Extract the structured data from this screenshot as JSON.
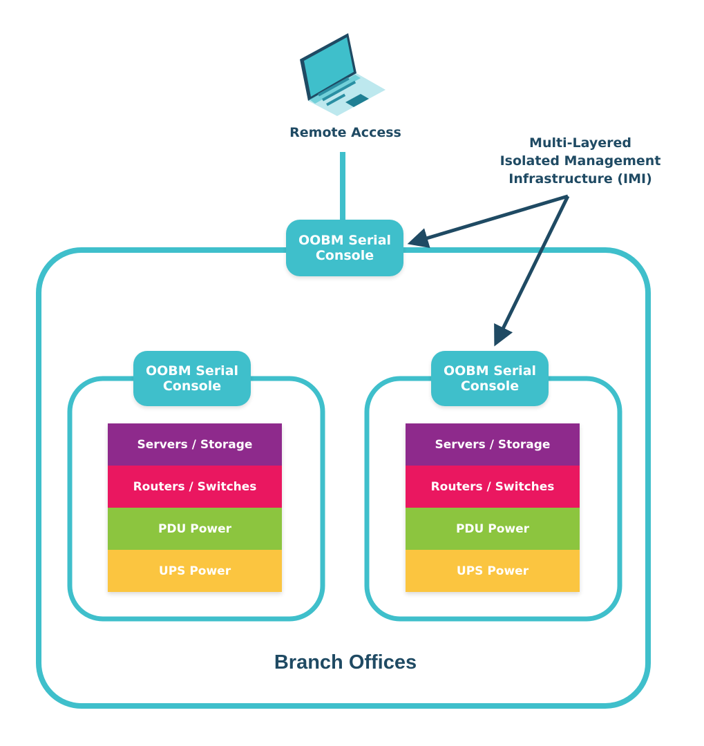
{
  "remote_access": {
    "label": "Remote Access",
    "icon": "laptop-icon"
  },
  "annotation": {
    "lines": [
      "Multi-Layered",
      "Isolated Management",
      "Infrastructure (IMI)"
    ]
  },
  "main_console": {
    "line1": "OOBM Serial",
    "line2": "Console"
  },
  "branches": [
    {
      "console": {
        "line1": "OOBM Serial",
        "line2": "Console"
      },
      "layers": [
        {
          "label": "Servers / Storage",
          "color": "#8e2a8c"
        },
        {
          "label": "Routers / Switches",
          "color": "#ea1760"
        },
        {
          "label": "PDU Power",
          "color": "#8cc53f"
        },
        {
          "label": "UPS Power",
          "color": "#fbc540"
        }
      ]
    },
    {
      "console": {
        "line1": "OOBM Serial",
        "line2": "Console"
      },
      "layers": [
        {
          "label": "Servers / Storage",
          "color": "#8e2a8c"
        },
        {
          "label": "Routers / Switches",
          "color": "#ea1760"
        },
        {
          "label": "PDU Power",
          "color": "#8cc53f"
        },
        {
          "label": "UPS Power",
          "color": "#fbc540"
        }
      ]
    }
  ],
  "group_label": "Branch Offices",
  "colors": {
    "teal": "#3fbfcb",
    "navy": "#1f4a63"
  }
}
